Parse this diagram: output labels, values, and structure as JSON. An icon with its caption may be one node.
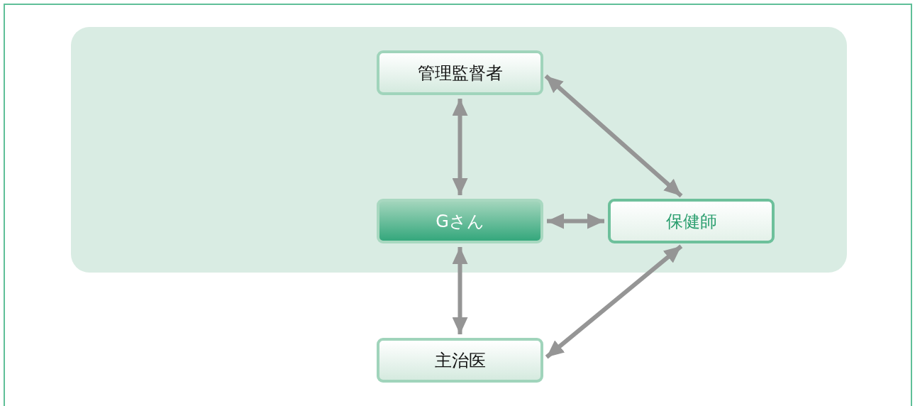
{
  "diagram": {
    "nodes": [
      {
        "text": [
          "管理監督者"
        ]
      },
      {
        "text": [
          "Gさん"
        ]
      },
      {
        "text": [
          "保健師"
        ]
      },
      {
        "text": [
          "主治医"
        ]
      }
    ],
    "edges": [
      {
        "from": 0,
        "to": 1,
        "arrow": "both"
      },
      {
        "from": 0,
        "to": 2,
        "arrow": "both"
      },
      {
        "from": 1,
        "to": 2,
        "arrow": "both"
      },
      {
        "from": 1,
        "to": 3,
        "arrow": "both"
      },
      {
        "from": 2,
        "to": 3,
        "arrow": "both"
      }
    ]
  }
}
